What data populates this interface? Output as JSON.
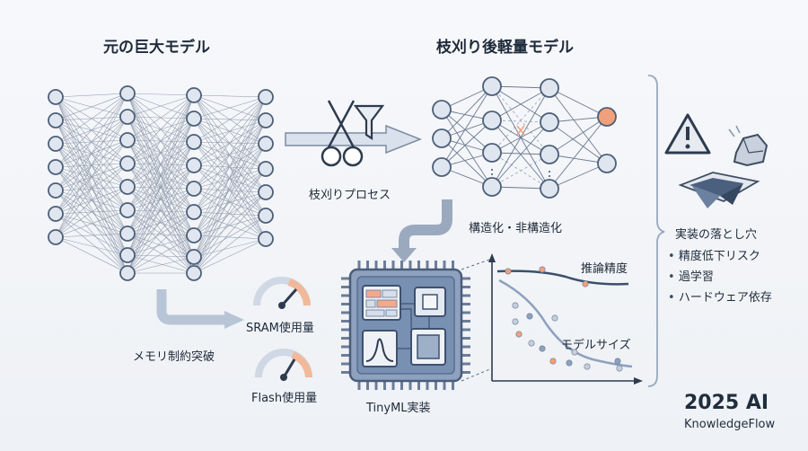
{
  "headings": {
    "original_model": "元の巨大モデル",
    "pruned_model": "枝刈り後軽量モデル"
  },
  "labels": {
    "pruning_process": "枝刈りプロセス",
    "structured_unstructured": "構造化・非構造化",
    "memory_constraint": "メモリ制約突破",
    "sram_usage": "SRAM使用量",
    "flash_usage": "Flash使用量",
    "tinyml": "TinyML実装",
    "accuracy": "推論精度",
    "model_size": "モデルサイズ"
  },
  "pitfalls": {
    "title": "実装の落とし穴",
    "items": [
      "精度低下リスク",
      "過学習",
      "ハードウェア依存"
    ]
  },
  "brand": {
    "year_title": "2025 AI",
    "name": "KnowledgeFlow"
  },
  "colors": {
    "node_fill": "#dfe6f0",
    "node_stroke": "#4d5f78",
    "edge": "#6b7a90",
    "accent_orange": "#f2a07b",
    "chip_blue": "#7d93b3"
  },
  "icons": [
    "scissors-icon",
    "funnel-icon",
    "warning-icon",
    "rock-icon",
    "gauge-icon"
  ]
}
